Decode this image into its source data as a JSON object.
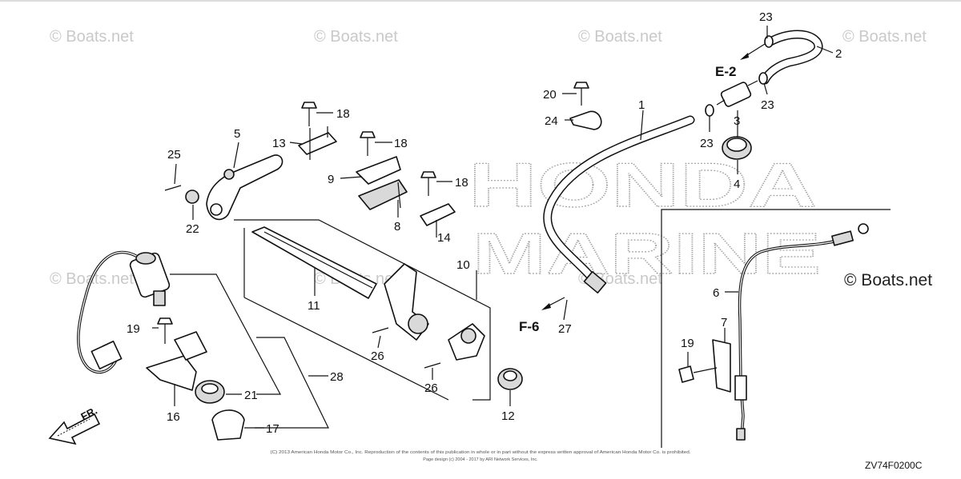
{
  "watermarks": [
    "© Boats.net",
    "© Boats.net",
    "© Boats.net",
    "© Boats.net",
    "© Boats.net",
    "© Boats.net",
    "© Boats.net"
  ],
  "watermark_main": "© Boats.net",
  "brand": {
    "line1": "HONDA",
    "line2": "MARINE"
  },
  "callouts": [
    "1",
    "2",
    "3",
    "4",
    "5",
    "6",
    "7",
    "8",
    "9",
    "10",
    "11",
    "12",
    "13",
    "14",
    "16",
    "17",
    "18",
    "18",
    "18",
    "19",
    "19",
    "20",
    "21",
    "22",
    "23",
    "23",
    "23",
    "24",
    "25",
    "26",
    "26",
    "27",
    "28"
  ],
  "refs": {
    "e2": "E-2",
    "f6": "F-6"
  },
  "front_label": "FR.",
  "copyright_line1": "(C) 2013 American Honda Motor Co., Inc. Reproduction of the contents of this publication in whole or in part without the express written approval of American Honda Motor Co. is prohibited.",
  "copyright_line2": "Page design (c) 2004 - 2017 by ARI Network Services, Inc.",
  "diagram_code": "ZV74F0200C"
}
